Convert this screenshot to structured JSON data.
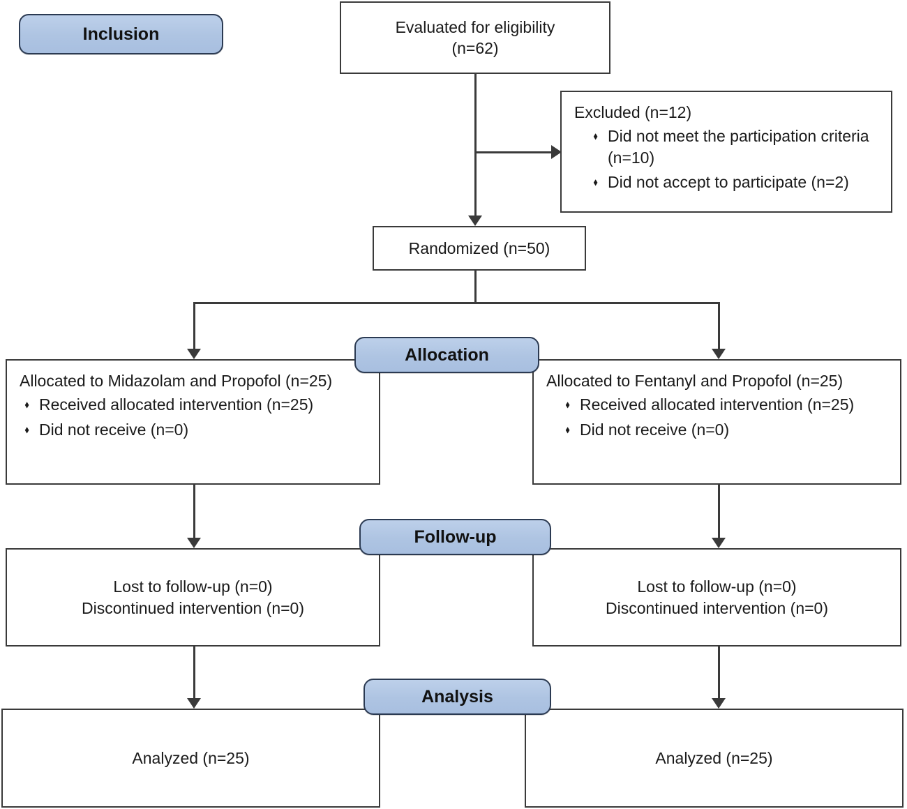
{
  "diagram": {
    "title": "CONSORT participant flow diagram",
    "colors": {
      "banner_fill": "#aec4e2",
      "banner_border": "#2b3a52",
      "box_border": "#3a3a3a",
      "text": "#1a1a1a",
      "background": "#ffffff"
    }
  },
  "banners": {
    "inclusion": "Inclusion",
    "allocation": "Allocation",
    "followup": "Follow-up",
    "analysis": "Analysis"
  },
  "enrollment": {
    "eligibility": {
      "line1": "Evaluated for eligibility",
      "line2": "(n=62)"
    },
    "excluded": {
      "heading": "Excluded (n=12)",
      "reasons": [
        "Did not meet the participation criteria (n=10)",
        "Did not accept to participate (n=2)"
      ]
    },
    "randomized": "Randomized (n=50)"
  },
  "arms": {
    "left": {
      "allocation": {
        "heading": "Allocated to Midazolam and Propofol (n=25)",
        "items": [
          "Received allocated intervention (n=25)",
          "Did not receive (n=0)"
        ]
      },
      "followup": {
        "line1": "Lost to follow-up (n=0)",
        "line2": "Discontinued intervention (n=0)"
      },
      "analysis": "Analyzed (n=25)"
    },
    "right": {
      "allocation": {
        "heading": "Allocated to Fentanyl and Propofol (n=25)",
        "items": [
          "Received allocated intervention (n=25)",
          "Did not receive (n=0)"
        ]
      },
      "followup": {
        "line1": "Lost to follow-up (n=0)",
        "line2": "Discontinued intervention (n=0)"
      },
      "analysis": "Analyzed (n=25)"
    }
  }
}
